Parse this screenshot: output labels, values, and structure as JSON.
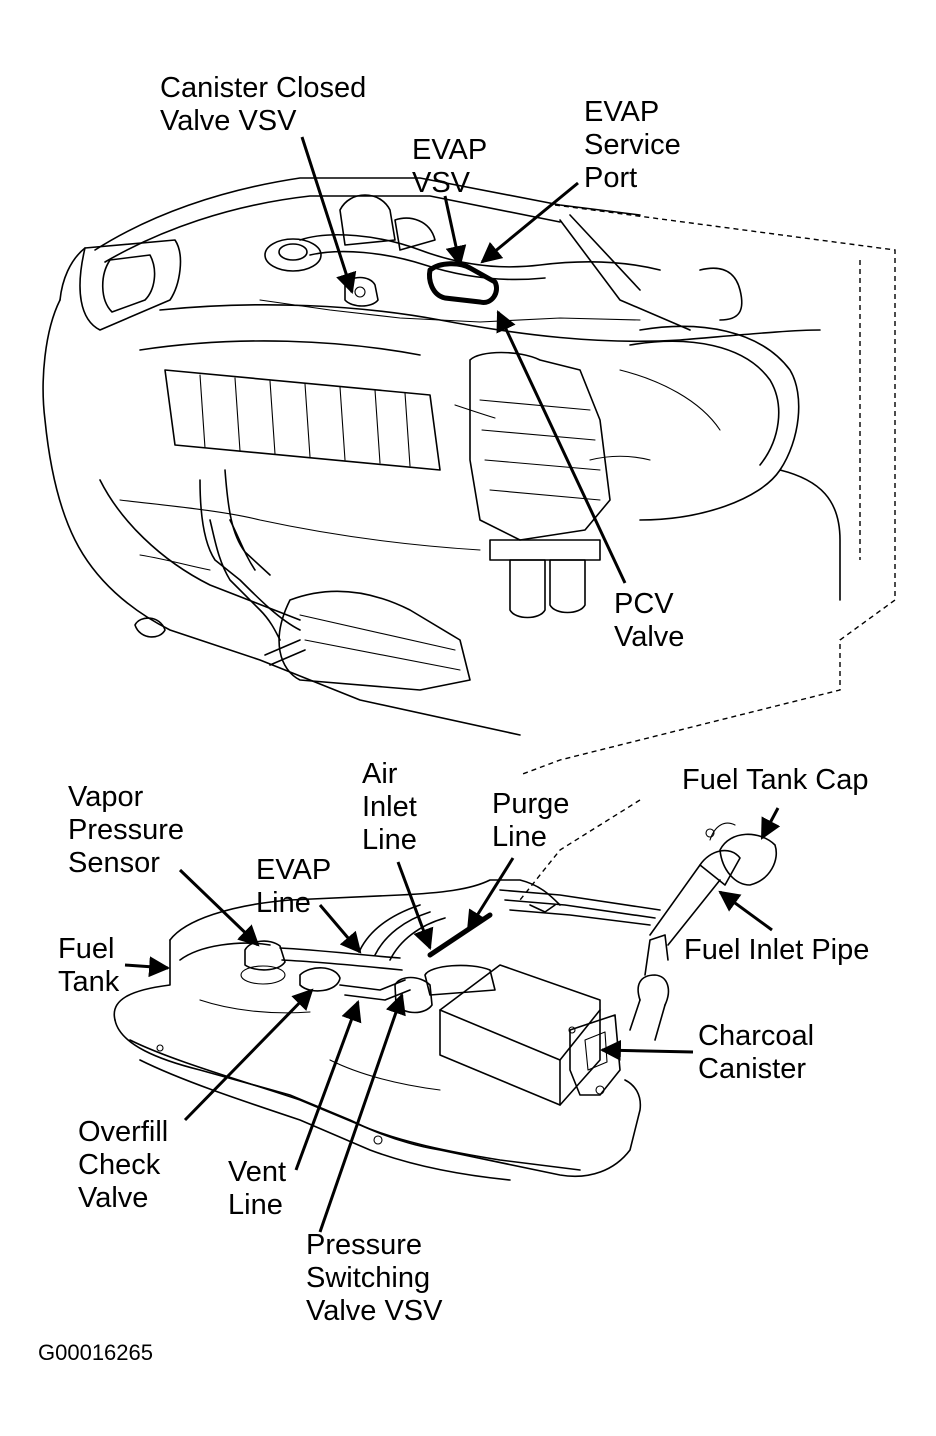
{
  "labels": {
    "canister_closed_valve": [
      "Canister Closed",
      "Valve VSV"
    ],
    "evap_vsv": [
      "EVAP",
      "VSV"
    ],
    "evap_service_port": [
      "EVAP",
      "Service",
      "Port"
    ],
    "pcv_valve": [
      "PCV",
      "Valve"
    ],
    "vapor_pressure_sensor": [
      "Vapor",
      "Pressure",
      "Sensor"
    ],
    "air_inlet_line": [
      "Air",
      "Inlet",
      "Line"
    ],
    "purge_line": [
      "Purge",
      "Line"
    ],
    "fuel_tank_cap": [
      "Fuel Tank Cap"
    ],
    "evap_line": [
      "EVAP",
      "Line"
    ],
    "fuel_tank": [
      "Fuel",
      "Tank"
    ],
    "fuel_inlet_pipe": [
      "Fuel Inlet Pipe"
    ],
    "charcoal_canister": [
      "Charcoal",
      "Canister"
    ],
    "overfill_check_valve": [
      "Overfill",
      "Check",
      "Valve"
    ],
    "vent_line": [
      "Vent",
      "Line"
    ],
    "pressure_switching_valve": [
      "Pressure",
      "Switching",
      "Valve VSV"
    ]
  },
  "figure_id": "G00016265"
}
